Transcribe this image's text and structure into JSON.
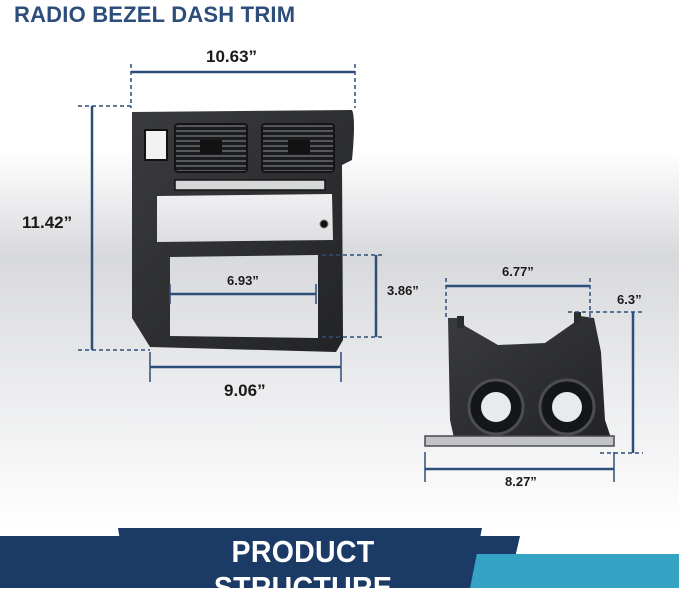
{
  "title": "RADIO BEZEL DASH TRIM",
  "dimensions": {
    "bezel_width": "10.63”",
    "bezel_height": "11.42”",
    "opening_width": "6.93”",
    "opening_height": "3.86”",
    "bezel_bottom_width": "9.06”",
    "cup_holder_top_width": "6.77”",
    "cup_holder_height": "6.3”",
    "cup_holder_bottom_width": "8.27”"
  },
  "banner": {
    "label": "PRODUCT STRUCTURE"
  },
  "colors": {
    "title": "#2d4d7a",
    "dimension_line": "#2d4d7a",
    "banner_primary": "#1b3b66",
    "banner_accent": "#35a3c4",
    "part_body": "#2b2c2e"
  }
}
